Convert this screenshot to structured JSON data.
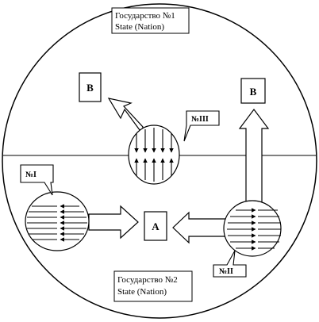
{
  "state1": {
    "line1": "Государство №1",
    "line2": "State (Nation)"
  },
  "state2": {
    "line1": "Государство №2",
    "line2": "State (Nation)"
  },
  "labels": {
    "b_left": "B",
    "b_right": "B",
    "a_center": "A",
    "zone_1": "№I",
    "zone_2": "№II",
    "zone_3": "№III"
  }
}
